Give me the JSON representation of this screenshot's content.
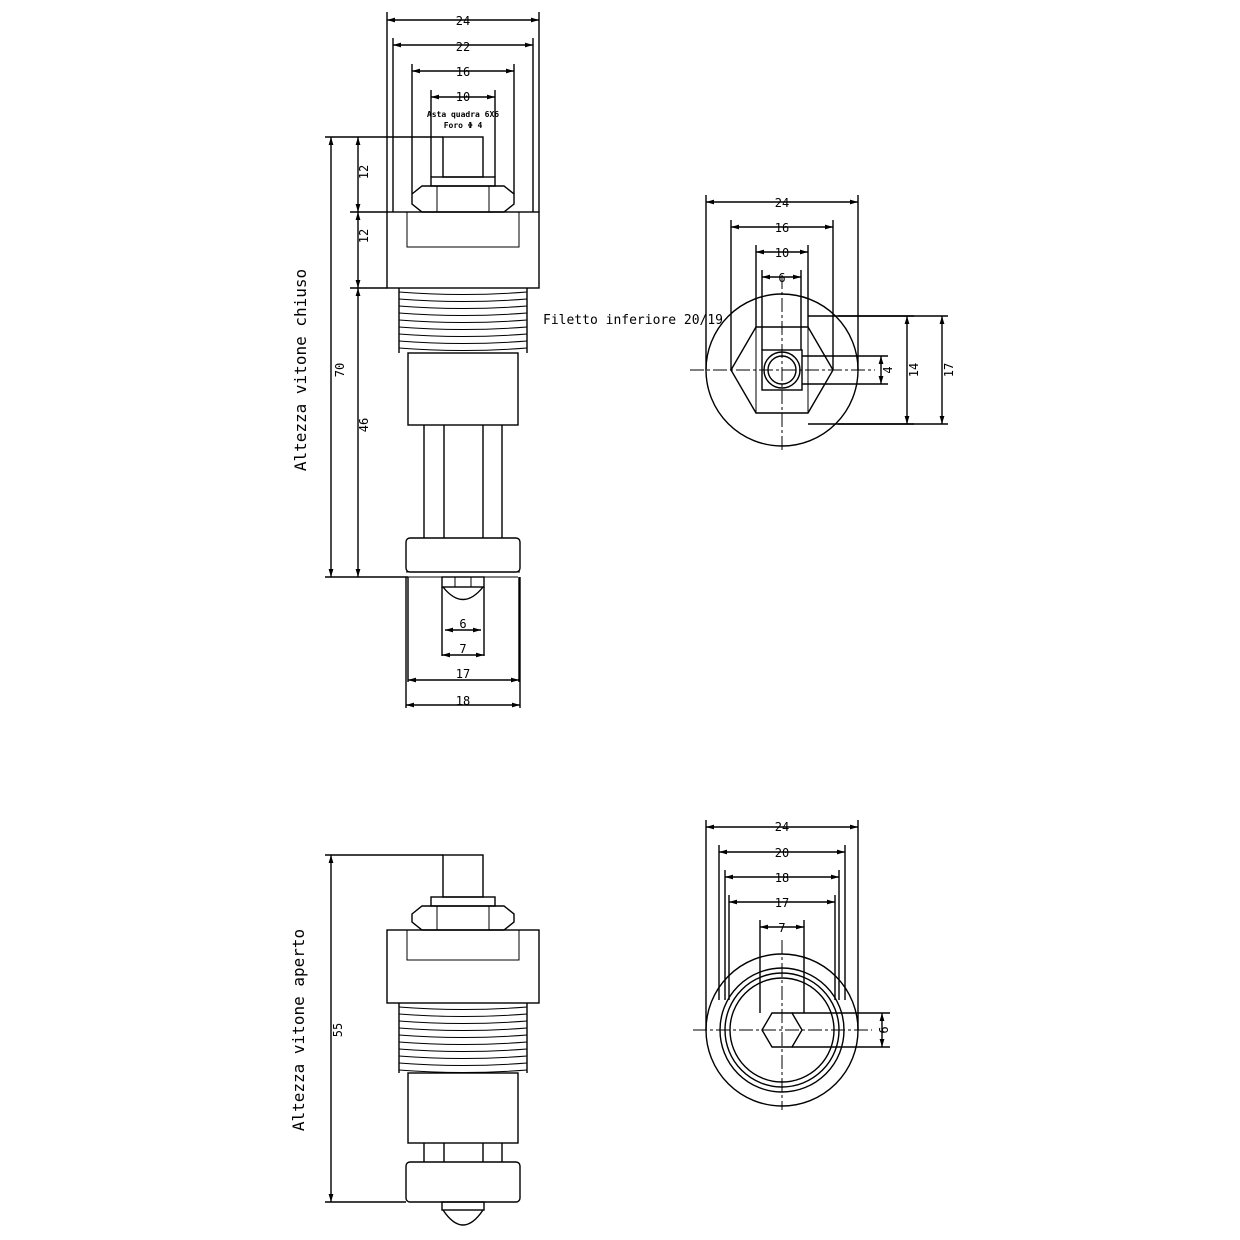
{
  "labels": {
    "closed_height": "Altezza vitone chiuso",
    "open_height": "Altezza vitone aperto",
    "thread": "Filetto inferiore 20/19",
    "square_rod": "Asta quadra 6X6",
    "hole": "Foro Φ 4"
  },
  "dims": {
    "closed_top": {
      "d24": "24",
      "d22": "22",
      "d16": "16",
      "d10": "10"
    },
    "closed_side": {
      "h12a": "12",
      "h12b": "12",
      "h70": "70",
      "h46": "46"
    },
    "closed_bottom": {
      "d6": "6",
      "d7": "7",
      "d17": "17",
      "d18": "18"
    },
    "top_view_closed": {
      "d24": "24",
      "d16": "16",
      "d10": "10",
      "d6": "6",
      "v4": "4",
      "v14": "14",
      "v17": "17"
    },
    "top_view_open": {
      "d24": "24",
      "d20": "20",
      "d18": "18",
      "d17": "17",
      "d7": "7",
      "v6": "6"
    },
    "open_side": {
      "h55": "55"
    }
  }
}
